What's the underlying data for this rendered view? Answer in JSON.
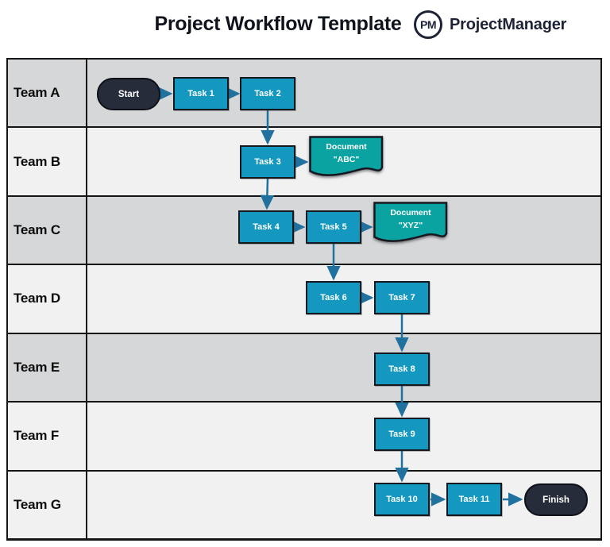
{
  "header": {
    "title": "Project Workflow Template",
    "logo": {
      "monogram": "PM",
      "brand": "ProjectManager"
    }
  },
  "colors": {
    "title_color": "#10131c",
    "brand_color": "#1d2335",
    "label_color": "#0d0d0d",
    "grid_border": "#151515",
    "shape_border": "#16181f",
    "lane_dark": "#d6d7d8",
    "lane_light": "#f1f1f2",
    "task_fill": "#1598bf",
    "doc_fill": "#0ba2a2",
    "terminal_fill": "#262c3a",
    "arrow": "#21719e",
    "node_text": "#ffffff"
  },
  "lanes": [
    {
      "label": "Team A",
      "shade": "dark"
    },
    {
      "label": "Team B",
      "shade": "light"
    },
    {
      "label": "Team C",
      "shade": "dark"
    },
    {
      "label": "Team D",
      "shade": "light"
    },
    {
      "label": "Team E",
      "shade": "dark"
    },
    {
      "label": "Team F",
      "shade": "light"
    },
    {
      "label": "Team G",
      "shade": "light"
    }
  ],
  "nodes": {
    "start": "Start",
    "task1": "Task 1",
    "task2": "Task 2",
    "task3": "Task 3",
    "task4": "Task 4",
    "task5": "Task 5",
    "task6": "Task 6",
    "task7": "Task 7",
    "task8": "Task 8",
    "task9": "Task 9",
    "task10": "Task 10",
    "task11": "Task 11",
    "finish": "Finish",
    "doc_abc": {
      "line1": "Document",
      "line2": "\"ABC\""
    },
    "doc_xyz": {
      "line1": "Document",
      "line2": "\"XYZ\""
    }
  },
  "flow": {
    "edges": [
      "Start → Task 1",
      "Task 1 → Task 2",
      "Task 2 → Task 3",
      "Task 3 → Document \"ABC\"",
      "Task 3 → Task 4",
      "Task 4 → Task 5",
      "Task 5 → Document \"XYZ\"",
      "Task 5 → Task 6",
      "Task 6 → Task 7",
      "Task 7 → Task 8",
      "Task 8 → Task 9",
      "Task 9 → Task 10",
      "Task 10 → Task 11",
      "Task 11 → Finish"
    ]
  }
}
